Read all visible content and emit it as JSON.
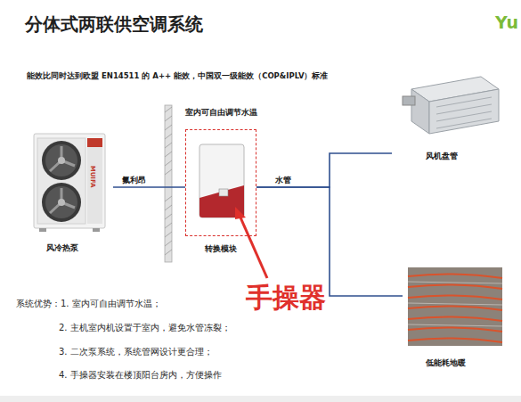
{
  "diagram": {
    "title": "分体式两联供空调系统",
    "nodes": [
      {
        "text": [
          "风冷热泵"
        ]
      },
      {
        "text": [
          "室内可自由调节水温",
          "转换模块"
        ]
      },
      {
        "text": [
          "风机盘管"
        ]
      },
      {
        "text": [
          "低能耗地暖"
        ]
      }
    ],
    "edges": [
      {
        "from": 0,
        "to": 1,
        "label": "氟利昂",
        "arrow": "none"
      },
      {
        "from": 1,
        "to": 2,
        "label": "水管",
        "arrow": "none"
      },
      {
        "from": 1,
        "to": 3,
        "arrow": "none"
      }
    ],
    "labels": [
      "能效比同时达到欧盟 EN14511 的 A++ 能效，中国双一级能效（COP&IPLV）标准",
      "Yu",
      "MUIFA",
      "手操器",
      "系统优势：1. 室内可自由调节水温；",
      "2. 主机室内机设置于室内，避免水管冻裂；",
      "3. 二次泵系统，系统管网设计更合理；",
      "4. 手操器安装在楼顶阳台房内，方便操作"
    ]
  }
}
